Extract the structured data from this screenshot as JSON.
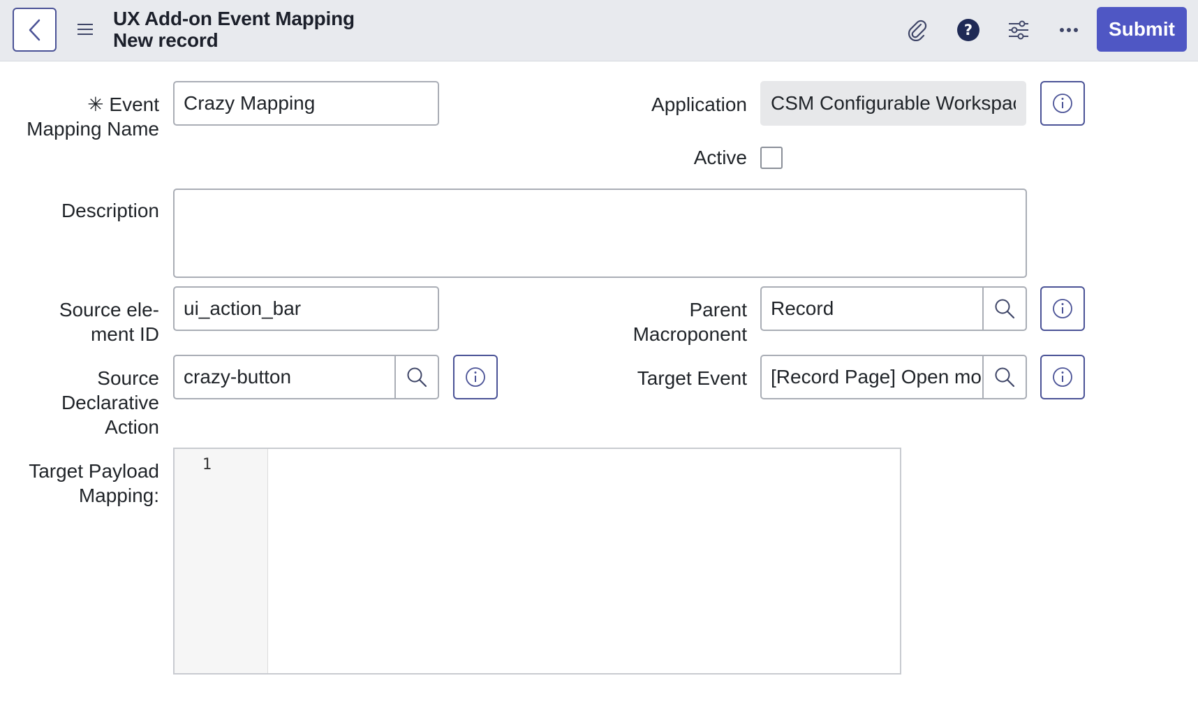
{
  "header": {
    "title_line1": "UX Add-on Event Mapping",
    "title_line2": "New record",
    "submit_label": "Submit"
  },
  "form": {
    "event_mapping_name": {
      "required_mark": "✳",
      "label_line1": "Event",
      "label_line2": "Mapping Name",
      "value": "Crazy Mapping"
    },
    "application": {
      "label": "Application",
      "value": "CSM Configurable Workspace"
    },
    "active": {
      "label": "Active",
      "checked": false
    },
    "description": {
      "label": "Description",
      "value": ""
    },
    "source_element_id": {
      "label_line1": "Source ele-",
      "label_line2": "ment ID",
      "value": "ui_action_bar"
    },
    "parent_macroponent": {
      "label_line1": "Parent",
      "label_line2": "Macroponent",
      "value": "Record"
    },
    "source_declarative_action": {
      "label_line1": "Source",
      "label_line2": "Declarative",
      "label_line3": "Action",
      "value": "crazy-button"
    },
    "target_event": {
      "label": "Target Event",
      "value": "[Record Page] Open mo"
    },
    "target_payload_mapping": {
      "label_line1": "Target Payload",
      "label_line2": "Mapping:",
      "line_numbers": [
        "1"
      ]
    }
  },
  "icons": {
    "back": "chevron-left-icon",
    "menu": "hamburger-icon",
    "attachment": "paperclip-icon",
    "help": "question-circle-icon",
    "settings": "sliders-icon",
    "more": "ellipsis-icon",
    "search": "magnifier-icon",
    "info": "info-circle-icon"
  },
  "colors": {
    "accent": "#4f57c4",
    "header_bg": "#e8eaee",
    "outline_button": "#4a5296"
  }
}
